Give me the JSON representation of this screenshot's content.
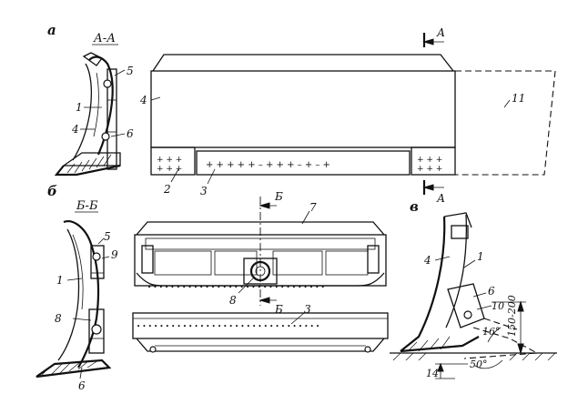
{
  "panels": {
    "a": {
      "letter": "а",
      "section_label": "А-А",
      "cut_letter_top": "А",
      "cut_letter_bottom": "А",
      "callouts": {
        "c1": "1",
        "c4_side": "4",
        "c5": "5",
        "c6": "6",
        "c4_front": "4",
        "c2": "2",
        "c3": "3",
        "c11": "11"
      }
    },
    "b": {
      "letter": "б",
      "section_label": "Б-Б",
      "cut_letter_top": "Б",
      "cut_letter_bottom": "Б",
      "callouts": {
        "c5": "5",
        "c9": "9",
        "c1": "1",
        "c8_side": "8",
        "c6": "6",
        "c7": "7",
        "c8_top": "8",
        "c3": "3"
      }
    },
    "v": {
      "letter": "в",
      "callouts": {
        "c4": "4",
        "c1": "1",
        "c6": "6",
        "c10": "10"
      },
      "dimensions": {
        "height": "150-200",
        "angle_small": "16°",
        "angle_large": "50°",
        "depth": "14"
      }
    }
  }
}
